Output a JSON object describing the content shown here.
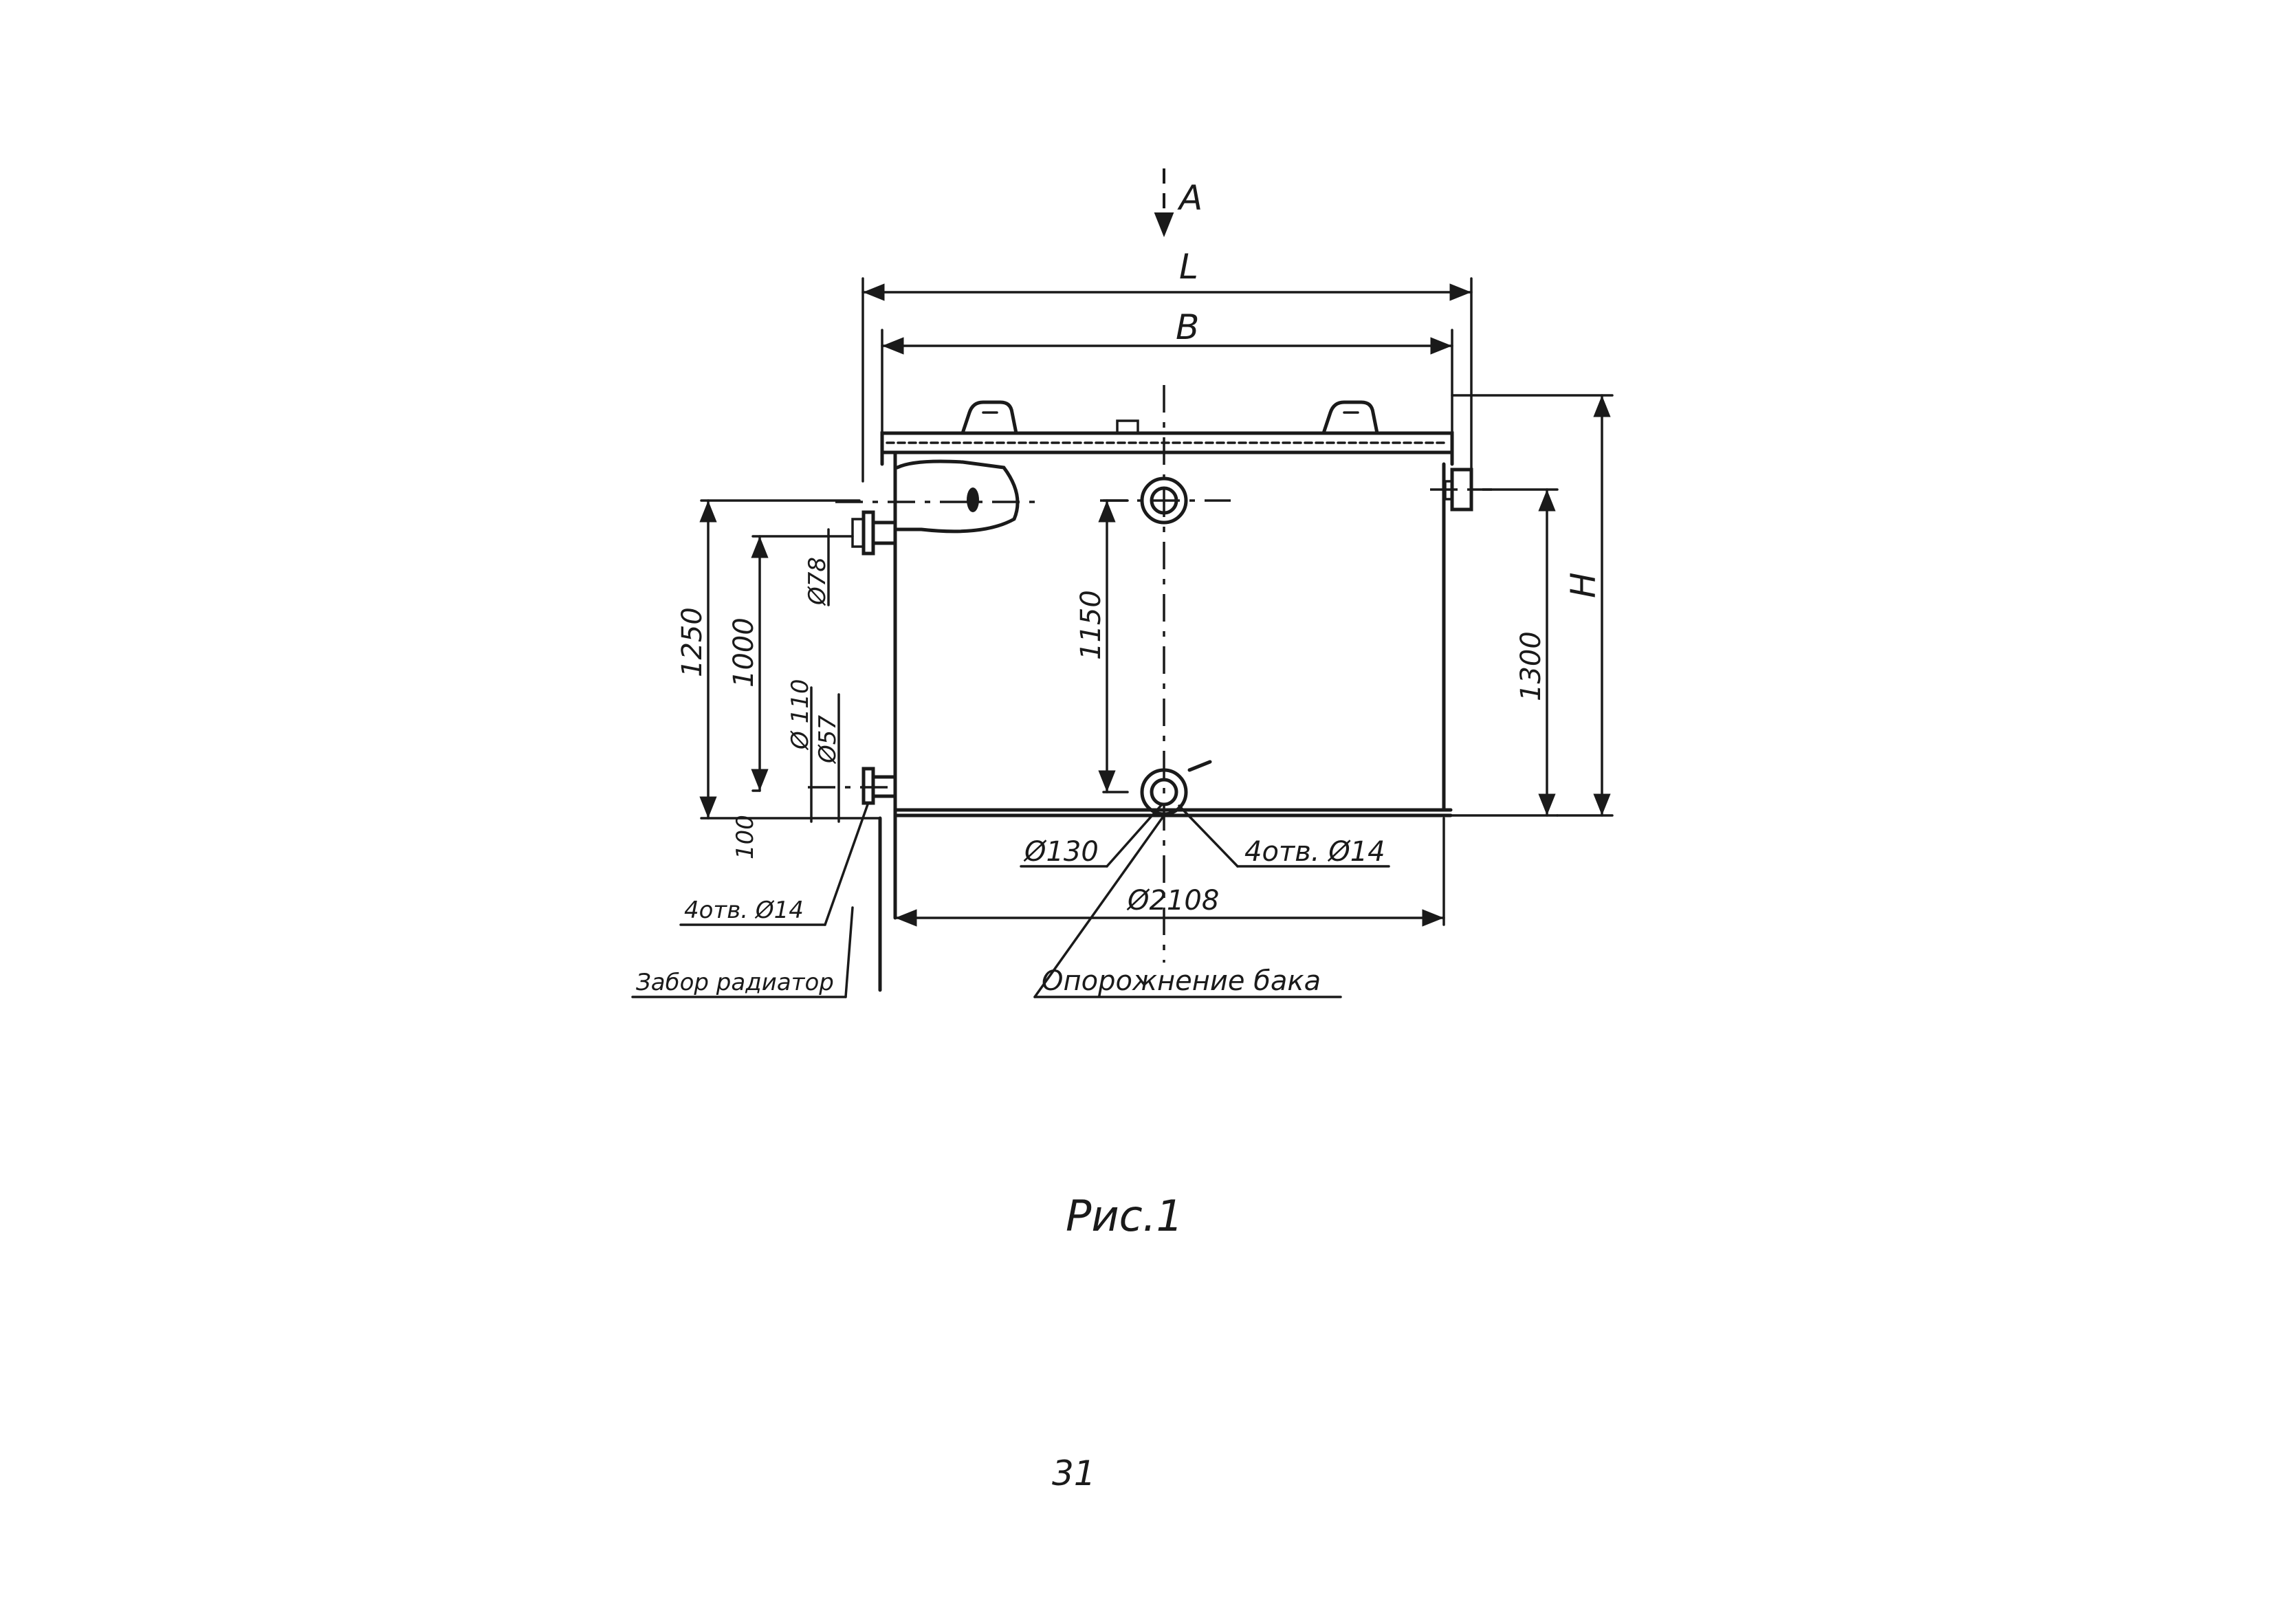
{
  "drawing": {
    "view_arrow_label": "A",
    "dim_overall_length": "L",
    "dim_width": "B",
    "dim_height": "H",
    "dim_left_outer": "1250",
    "dim_left_inner": "1000",
    "dim_bottom_offset": "100",
    "dim_bolt_spacing": "1150",
    "dim_right_height": "1300",
    "dia_top_nozzle": "Ø78",
    "dia_flange": "Ø 110",
    "dia_pipe": "Ø57",
    "dia_drain_flange": "Ø130",
    "dia_tank": "Ø2108",
    "holes_right": "4отв. Ø14",
    "holes_left": "4отв. Ø14",
    "callout_intake": "Забор радиатор",
    "callout_drain": "Опорожнение бака"
  },
  "caption": "Рис.1",
  "page_number": "31"
}
